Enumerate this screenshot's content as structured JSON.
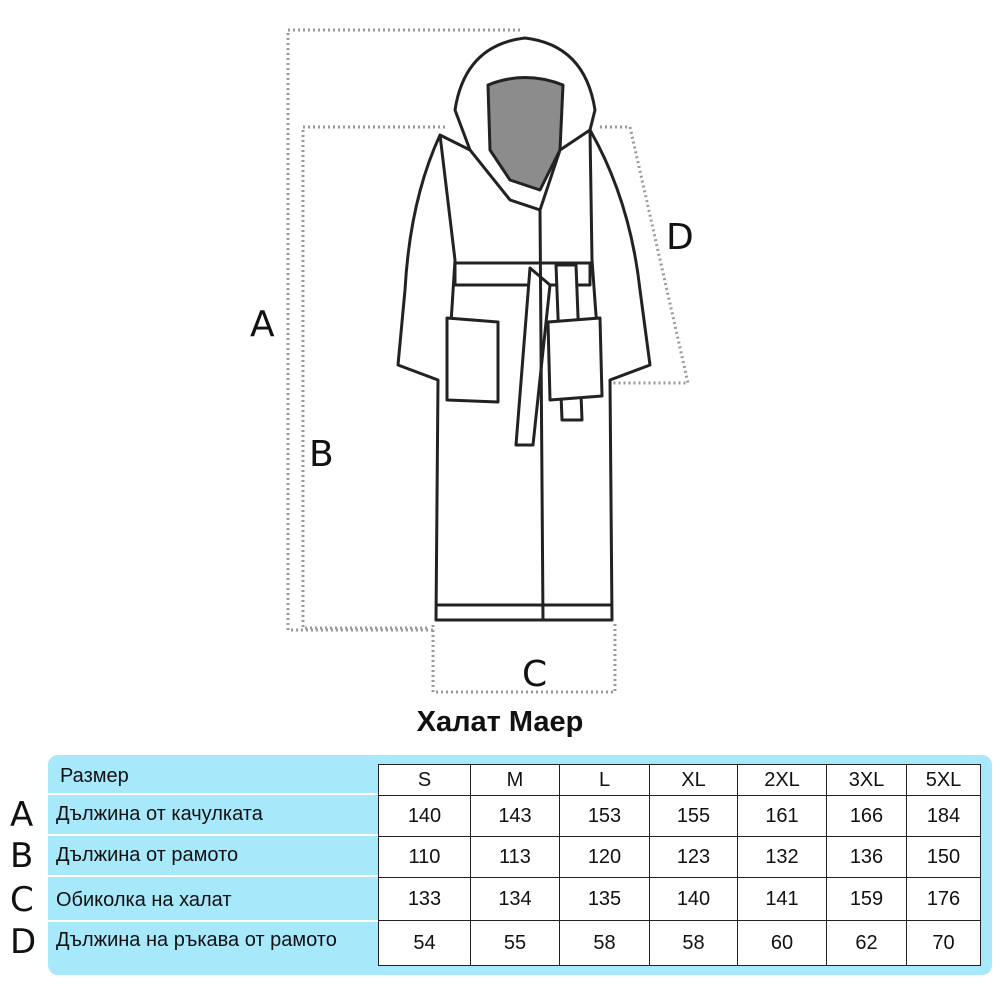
{
  "diagram": {
    "labels": {
      "A": "A",
      "B": "B",
      "C": "C",
      "D": "D"
    }
  },
  "title": "Халат Маер",
  "table": {
    "header_label": "Размер",
    "sizes": [
      "S",
      "M",
      "L",
      "XL",
      "2XL",
      "3XL",
      "5XL"
    ],
    "rows": [
      {
        "letter": "A",
        "label": "Дължина от качулката",
        "values": [
          "140",
          "143",
          "153",
          "155",
          "161",
          "166",
          "184"
        ]
      },
      {
        "letter": "B",
        "label": "Дължина от рамото",
        "values": [
          "110",
          "113",
          "120",
          "123",
          "132",
          "136",
          "150"
        ]
      },
      {
        "letter": "C",
        "label": "Обиколка на халат",
        "values": [
          "133",
          "134",
          "135",
          "140",
          "141",
          "159",
          "176"
        ]
      },
      {
        "letter": "D",
        "label": "Дължина на ръкава от рамото",
        "values": [
          "54",
          "55",
          "58",
          "58",
          "60",
          "62",
          "70"
        ]
      }
    ]
  },
  "colors": {
    "panel": "#a8e8fb",
    "hood_lining": "#8c8c8c"
  }
}
